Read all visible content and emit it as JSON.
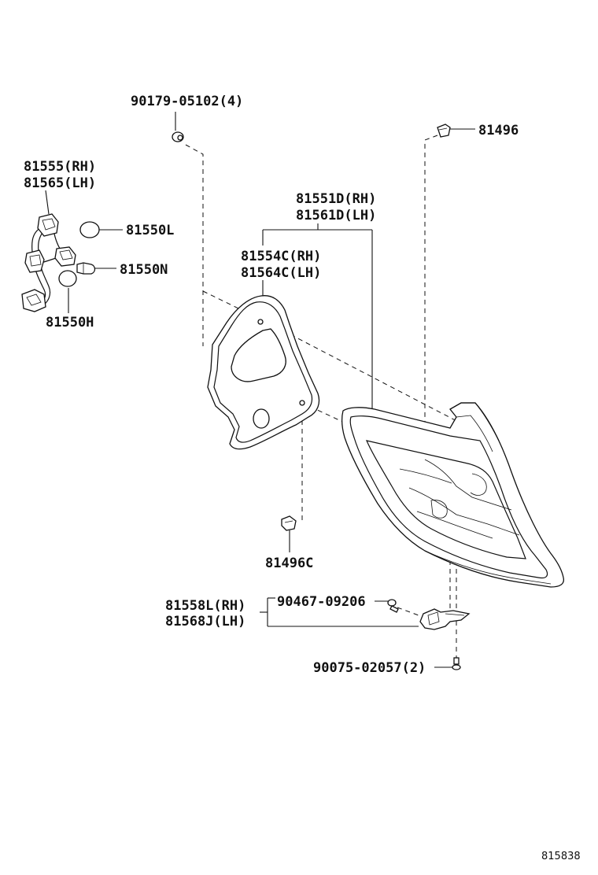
{
  "labels": {
    "bolt_top": "90179-05102(4)",
    "clip_top": "81496",
    "socket_rh": "81555(RH)",
    "socket_lh": "81565(LH)",
    "bulb_l": "81550L",
    "bulb_n": "81550N",
    "bulb_h": "81550H",
    "lens_rh": "81551D(RH)",
    "lens_lh": "81561D(LH)",
    "gasket_rh": "81554C(RH)",
    "gasket_lh": "81564C(LH)",
    "clip_bottom": "81496C",
    "bracket_rh": "81558L(RH)",
    "bracket_lh": "81568J(LH)",
    "bracket_screw": "90467-09206",
    "screw_bottom": "90075-02057(2)"
  },
  "figure_number": "815838"
}
